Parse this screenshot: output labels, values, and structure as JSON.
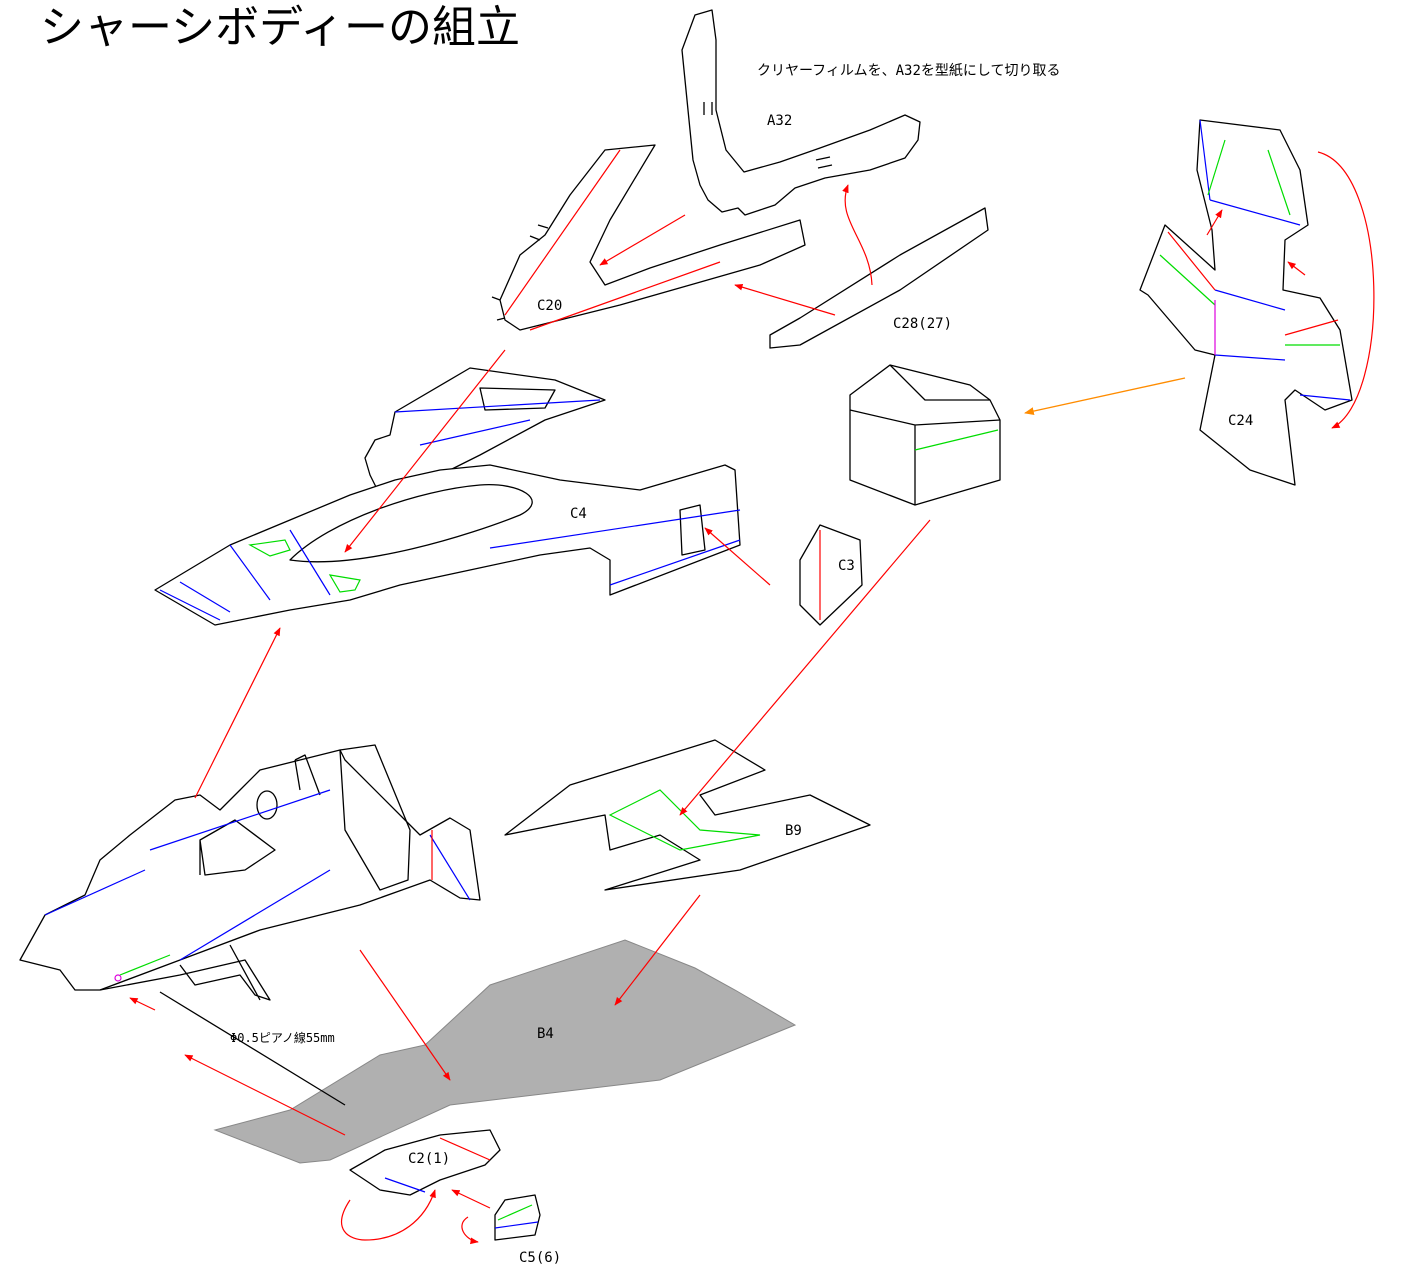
{
  "title": "シャーシボディーの組立",
  "note": "クリヤーフィルムを、A32を型紙にして切り取る",
  "labels": {
    "a32": "A32",
    "c20": "C20",
    "c28": "C28(27)",
    "c4": "C4",
    "c3": "C3",
    "c24": "C24",
    "b9": "B9",
    "b4": "B4",
    "c2": "C2(1)",
    "c5": "C5(6)",
    "piano_wire": "Φ0.5ピアノ線55mm"
  },
  "colors": {
    "fold_blue": "#0000ff",
    "fold_green": "#00dd00",
    "fold_red": "#ff0000",
    "arrow_red": "#ff0000",
    "arrow_orange": "#ff8c00",
    "part_gray": "#b0b0b0"
  }
}
